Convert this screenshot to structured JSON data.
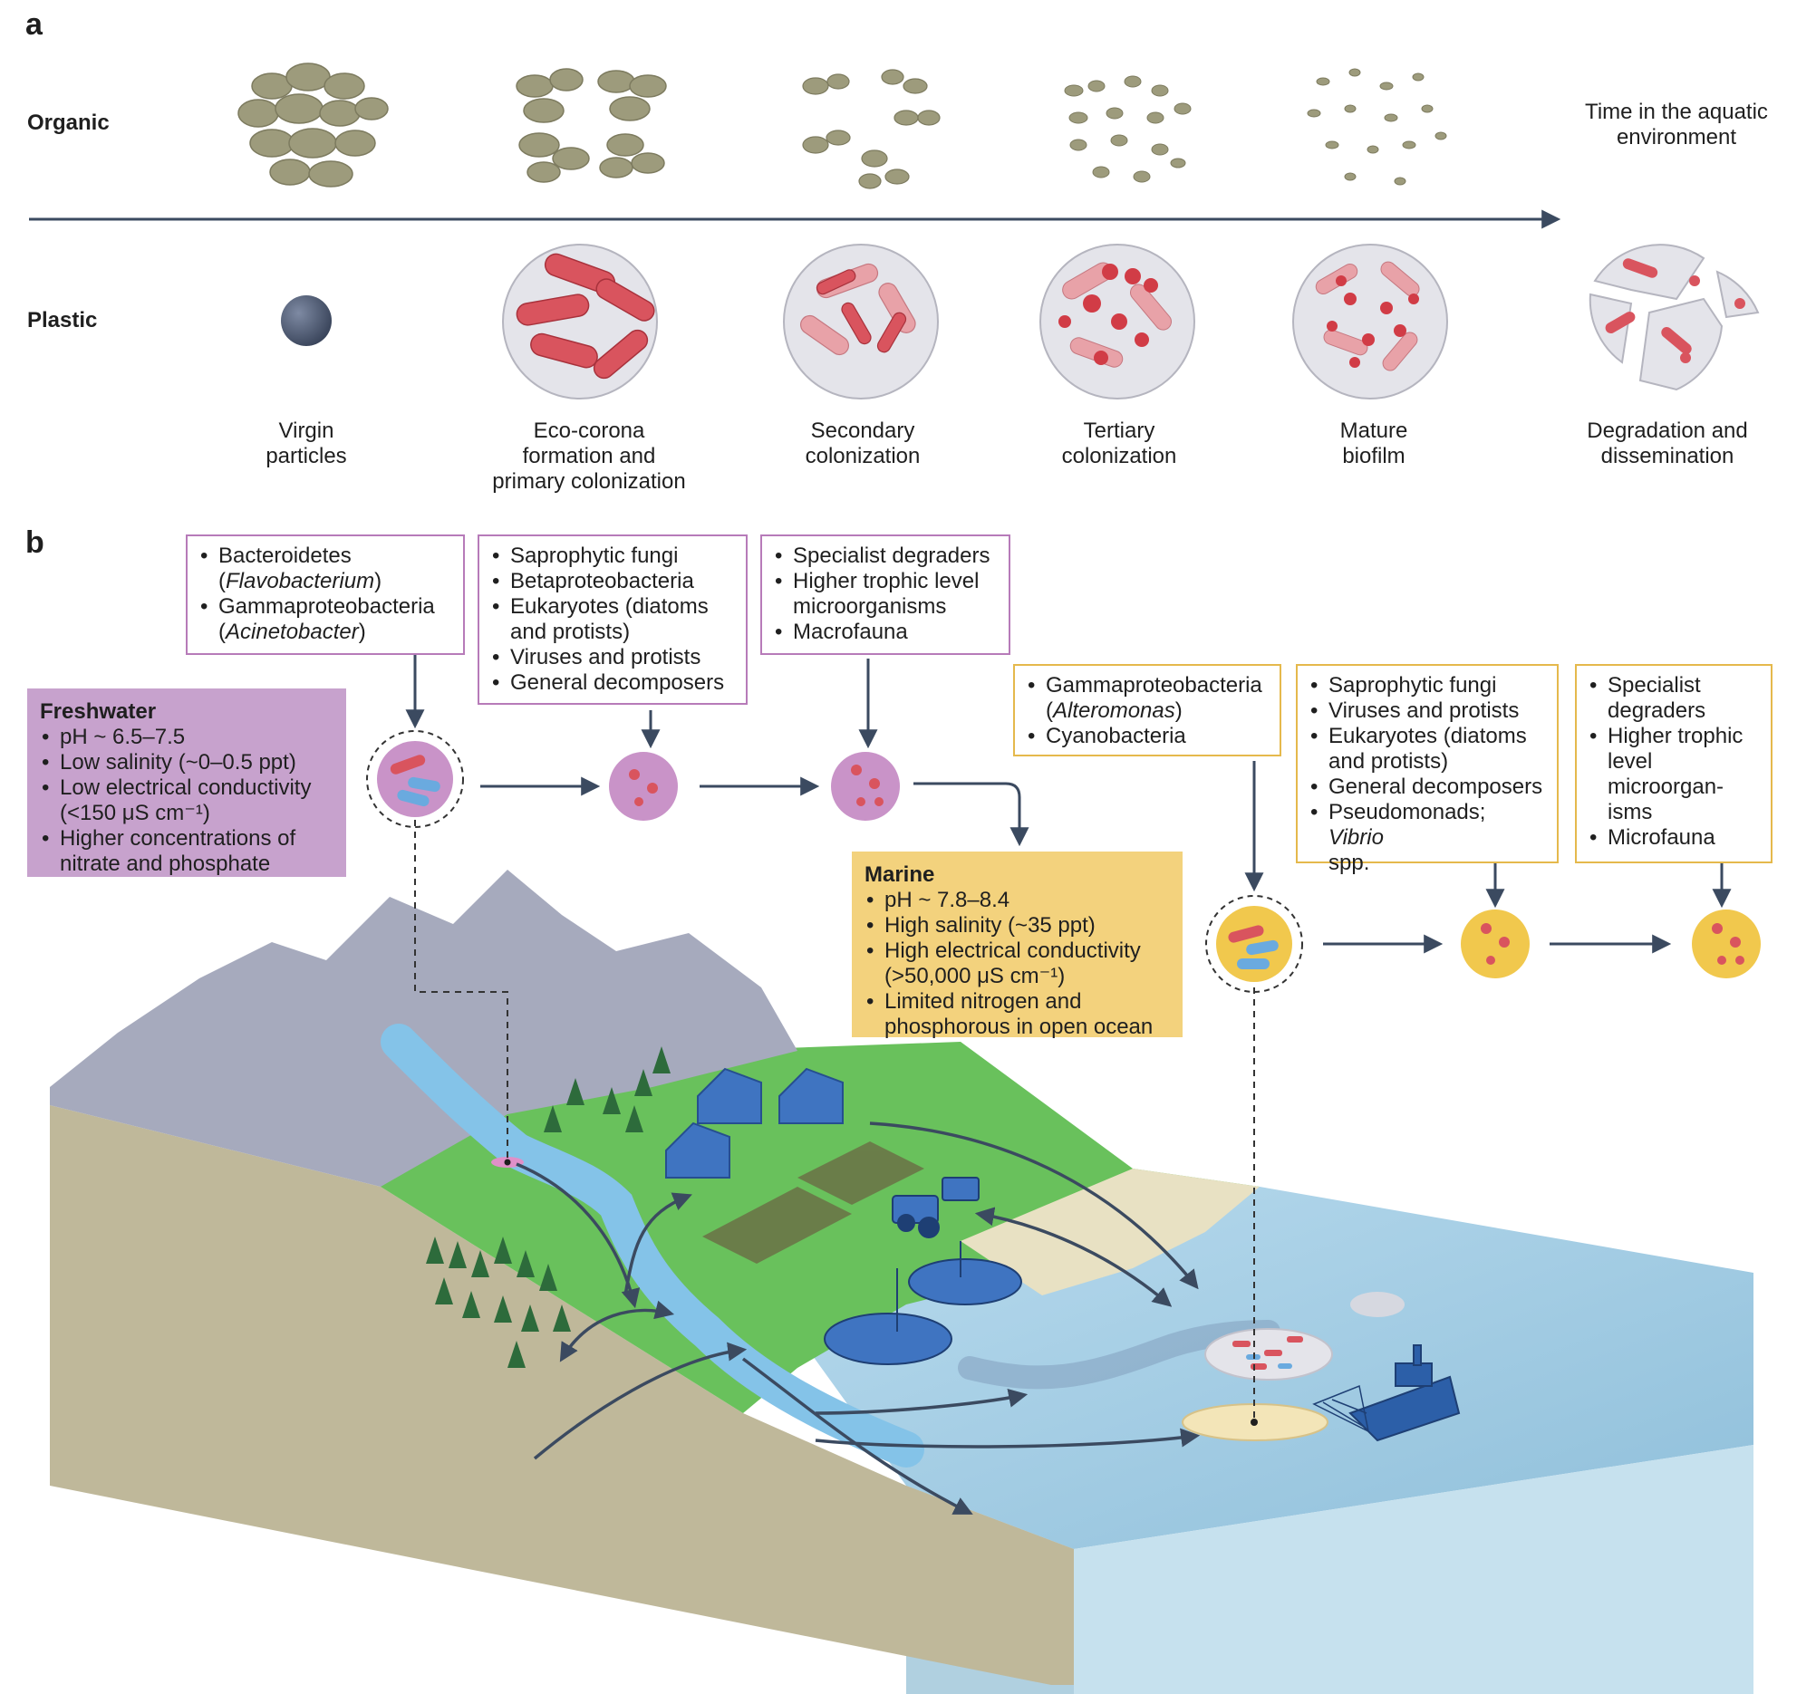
{
  "panel_a": {
    "letter": "a",
    "row_organic": "Organic",
    "row_plastic": "Plastic",
    "time_label_line1": "Time in the aquatic",
    "time_label_line2": "environment",
    "stages": [
      {
        "line1": "Virgin",
        "line2": "particles",
        "line3": ""
      },
      {
        "line1": "Eco-corona",
        "line2": "formation and",
        "line3": "primary colonization"
      },
      {
        "line1": "Secondary",
        "line2": "colonization",
        "line3": ""
      },
      {
        "line1": "Tertiary",
        "line2": "colonization",
        "line3": ""
      },
      {
        "line1": "Mature",
        "line2": "biofilm",
        "line3": ""
      },
      {
        "line1": "Degradation and",
        "line2": "dissemination",
        "line3": ""
      }
    ]
  },
  "panel_b": {
    "letter": "b",
    "freshwater_boxes": [
      {
        "items": [
          {
            "text": "Bacteroidetes",
            "italic": "Flavobacterium"
          },
          {
            "text": "Gammaproteobacteria",
            "italic": "Acinetobacter"
          }
        ]
      },
      {
        "items": [
          "Saprophytic fungi",
          "Betaproteobacteria",
          "Eukaryotes (diatoms",
          "and protists)",
          "Viruses and protists",
          "General decomposers"
        ]
      },
      {
        "items": [
          "Specialist degraders",
          "Higher trophic level",
          "microorganisms",
          "Macrofauna"
        ]
      }
    ],
    "marine_boxes": [
      {
        "items": [
          {
            "text": "Gammaproteobacteria",
            "italic": "Alteromonas"
          },
          {
            "text": "Cyanobacteria"
          }
        ]
      },
      {
        "items": [
          "Saprophytic fungi",
          "Viruses and protists",
          "Eukaryotes (diatoms",
          "and protists)",
          "General decomposers",
          "Pseudomonads;",
          "Vibrio",
          "spp."
        ]
      },
      {
        "items": [
          "Specialist",
          "degraders",
          "Higher trophic",
          "level",
          "microorgan-",
          "isms",
          "Microfauna"
        ]
      }
    ],
    "freshwater": {
      "title": "Freshwater",
      "items": [
        "pH ~ 6.5–7.5",
        "Low salinity (~0–0.5 ppt)",
        "Low electrical conductivity",
        "(<150 μS cm⁻¹)",
        "Higher concentrations of",
        "nitrate and phosphate"
      ]
    },
    "marine": {
      "title": "Marine",
      "items": [
        "pH ~ 7.8–8.4",
        "High salinity (~35 ppt)",
        "High electrical conductivity",
        "(>50,000 μS cm⁻¹)",
        "Limited nitrogen and",
        "phosphorous in open ocean"
      ]
    }
  },
  "colors": {
    "arrow": "#3b4a60",
    "freshwater_accent": "#c7a2cd",
    "marine_accent": "#f3d27d",
    "organic_particle": "#9c9c7c",
    "bacteria": "#d9545e",
    "plastic_bead": "#4d5a72"
  }
}
